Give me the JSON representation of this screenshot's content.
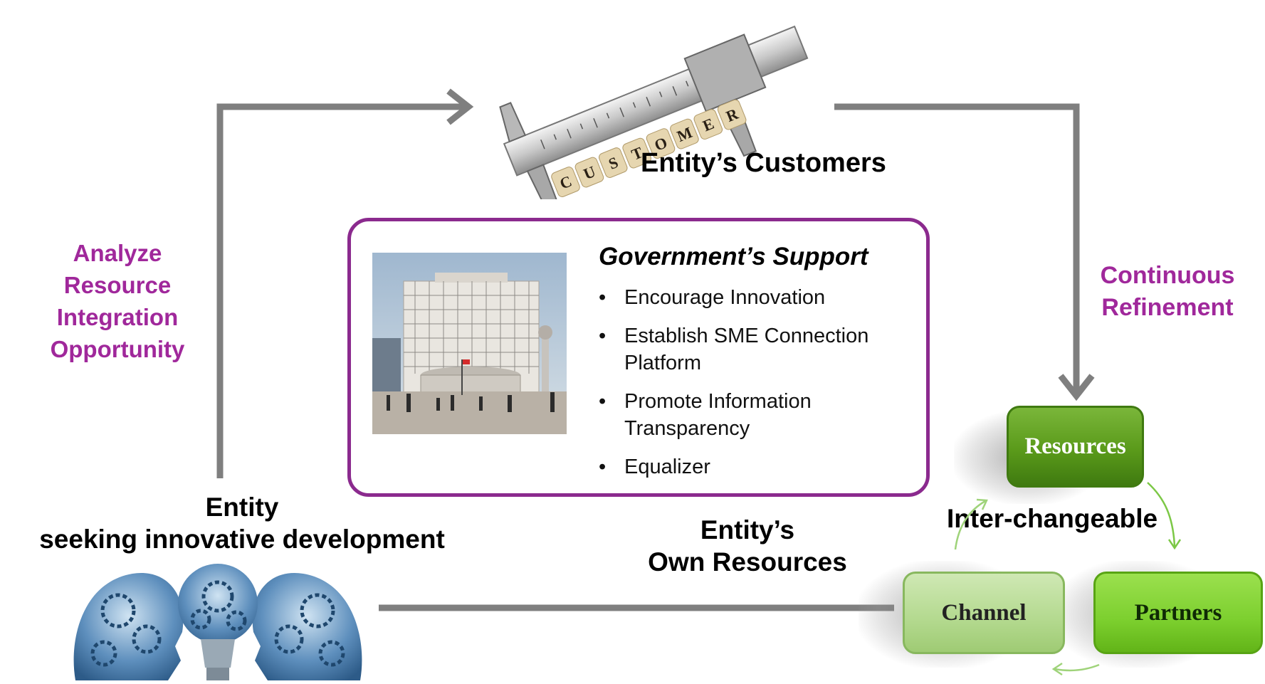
{
  "labels": {
    "customers": "Entity’s Customers",
    "analyze": [
      "Analyze",
      "Resource",
      "Integration",
      "Opportunity"
    ],
    "refinement": [
      "Continuous",
      "Refinement"
    ],
    "entity": [
      "Entity",
      "seeking innovative development"
    ],
    "own_resources": [
      "Entity’s",
      "Own Resources"
    ],
    "interchangeable": "Inter-changeable"
  },
  "customer_blocks": [
    "C",
    "U",
    "S",
    "T",
    "O",
    "M",
    "E",
    "R"
  ],
  "support": {
    "title": "Government’s Support",
    "items": [
      "Encourage Innovation",
      "Establish SME Connection Platform",
      "Promote Information Transparency",
      "Equalizer"
    ]
  },
  "cycle": {
    "resources": "Resources",
    "channel": "Channel",
    "partners": "Partners"
  },
  "colors": {
    "arrow": "#7f7f7f",
    "purple_text": "#a0289b",
    "box_border": "#8b2a8e",
    "resources_green": "#5a9a1a",
    "partners_green": "#7ccf2e",
    "channel_green": "#b3d98e"
  }
}
